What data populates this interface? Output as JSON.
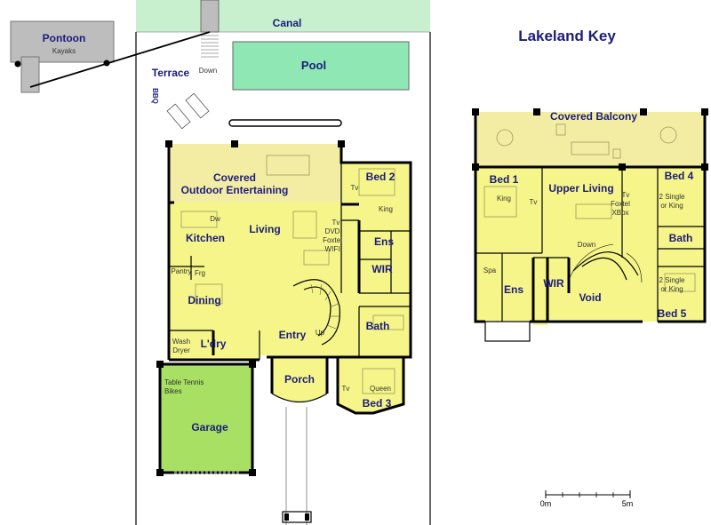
{
  "title": "Lakeland Key",
  "colors": {
    "room_fill": "#f5f58a",
    "outdoor_fill": "#f3eda4",
    "pool_fill": "#8fe8b4",
    "canal_fill": "#c8f0cf",
    "garage_fill": "#a7e062",
    "pontoon_fill": "#bdbdbd",
    "label_color": "#1c1c7a"
  },
  "ground": {
    "pontoon": "Pontoon",
    "kayaks": "Kayaks",
    "canal": "Canal",
    "pool": "Pool",
    "terrace": "Terrace",
    "down": "Down",
    "bbq": "BBQ",
    "covered": "Covered",
    "outdoor_entertaining": "Outdoor Entertaining",
    "bed2": "Bed 2",
    "king": "King",
    "tv": "Tv",
    "kitchen": "Kitchen",
    "dw": "Dw",
    "living": "Living",
    "living_tv": "Tv",
    "dvd": "DVD",
    "foxtel": "Foxtel",
    "wifi": "WIFI",
    "ens": "Ens",
    "wir": "WIR",
    "pantry": "Pantry",
    "frg": "Frg",
    "dining": "Dining",
    "up": "Up",
    "bath": "Bath",
    "wash": "Wash",
    "dryer": "Dryer",
    "laundry": "L'dry",
    "entry": "Entry",
    "table_tennis": "Table Tennis",
    "bikes": "Bikes",
    "porch": "Porch",
    "bed3_tv": "Tv",
    "queen": "Queen",
    "bed3": "Bed 3",
    "garage": "Garage"
  },
  "upper": {
    "covered_balcony": "Covered Balcony",
    "bed1": "Bed 1",
    "king": "King",
    "tv1": "Tv",
    "upper_living": "Upper Living",
    "tv2": "Tv",
    "foxtel": "Foxtel",
    "xbox": "XBox",
    "bed4": "Bed 4",
    "two_single_a": "2 Single",
    "or_king_a": "or King",
    "bath": "Bath",
    "down": "Down",
    "spa": "Spa",
    "ens": "Ens",
    "wir": "WIR",
    "void": "Void",
    "two_single_b": "2 Single",
    "or_king_b": "or King",
    "bed5": "Bed 5"
  },
  "scale": {
    "start": "0m",
    "end": "5m"
  }
}
